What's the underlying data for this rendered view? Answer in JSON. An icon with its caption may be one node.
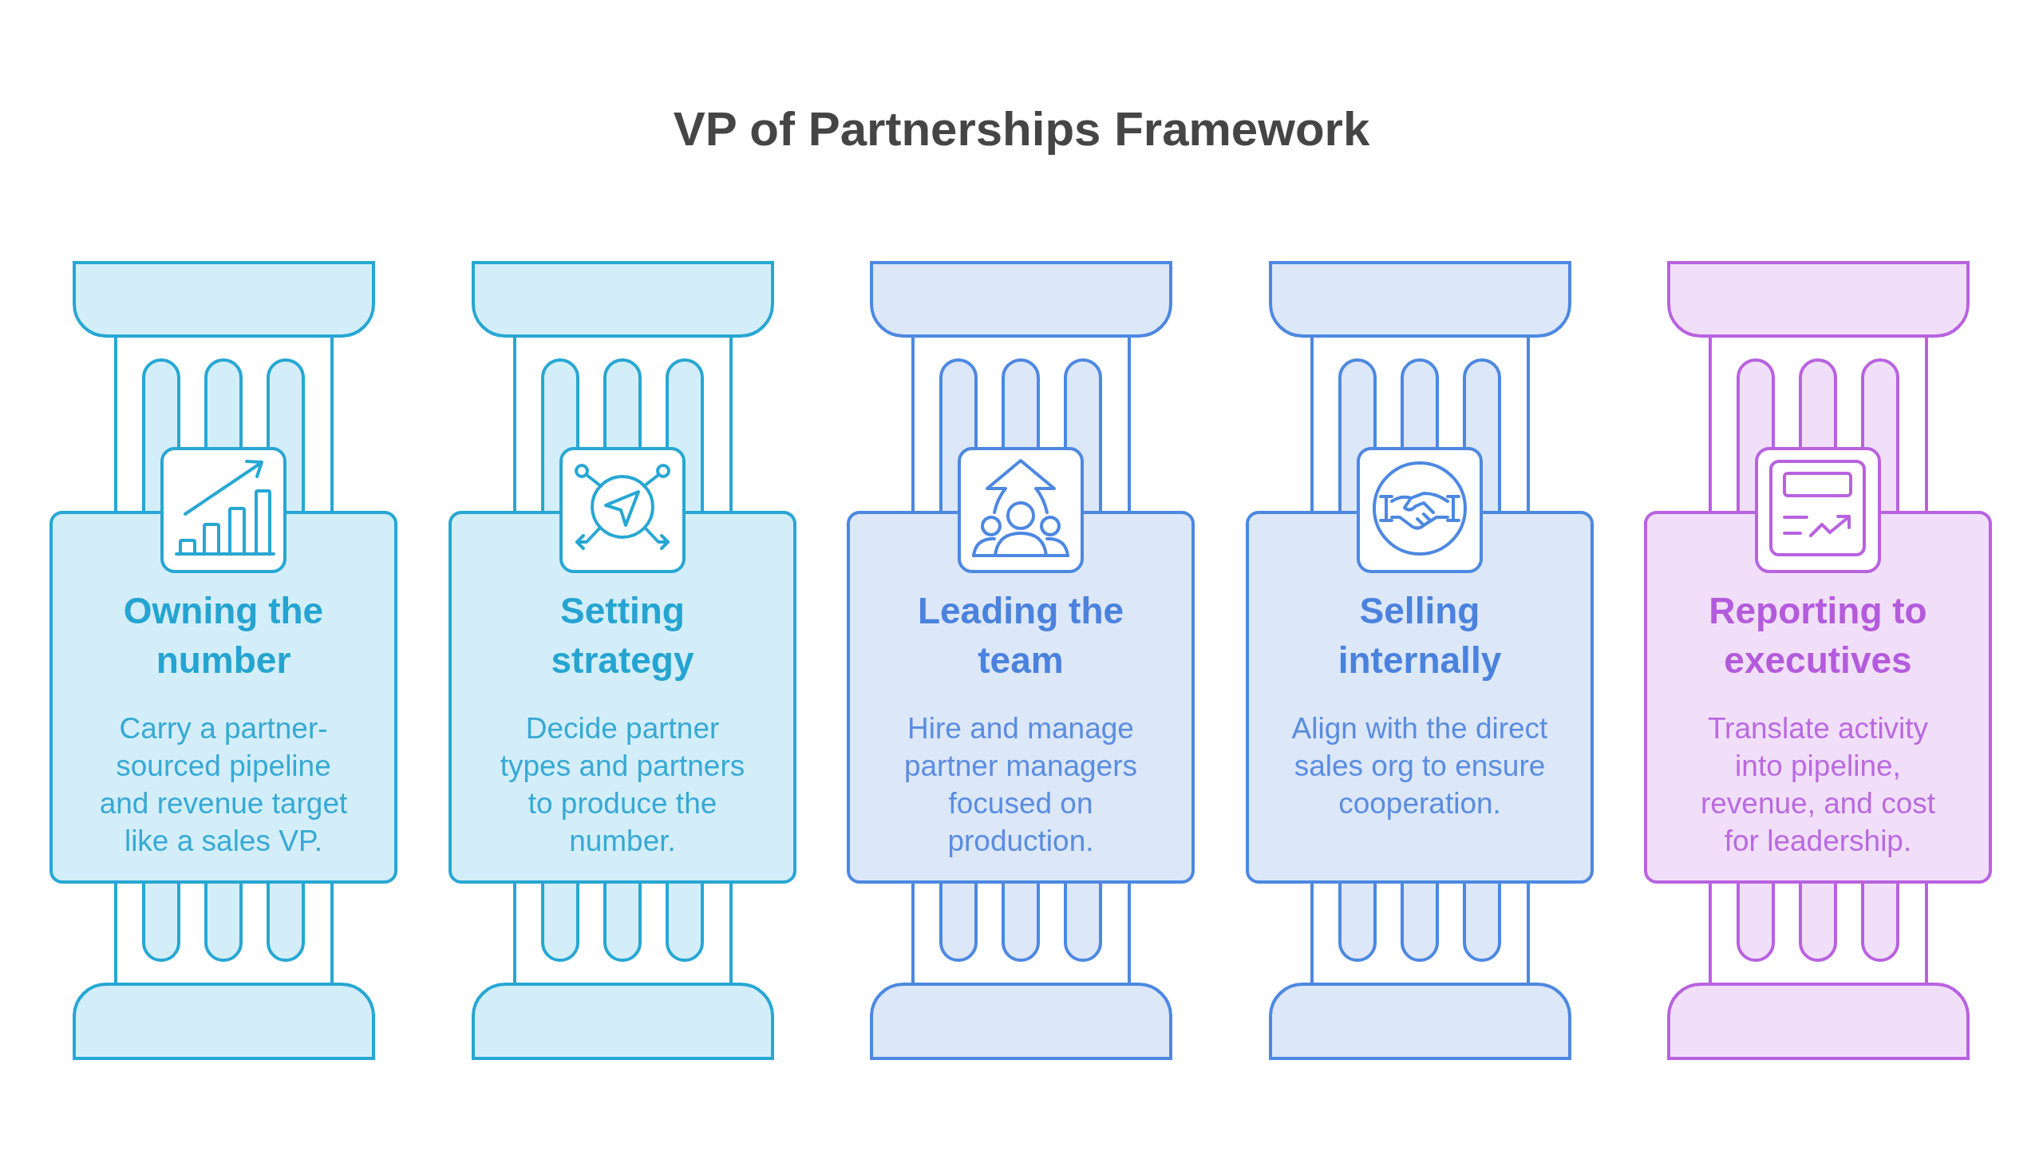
{
  "diagram": {
    "title": "VP of Partnerships Framework",
    "nodes": [
      {
        "text": [
          "Owning the number",
          "Carry a partner-sourced pipeline and revenue target like a sales VP."
        ]
      },
      {
        "text": [
          "Setting strategy",
          "Decide partner types and partners to produce the number."
        ]
      },
      {
        "text": [
          "Leading the team",
          "Hire and manage partner managers focused on production."
        ]
      },
      {
        "text": [
          "Selling internally",
          "Align with the direct sales org to ensure cooperation."
        ]
      },
      {
        "text": [
          "Reporting to executives",
          "Translate activity into pipeline, revenue, and cost for leadership."
        ]
      }
    ]
  }
}
